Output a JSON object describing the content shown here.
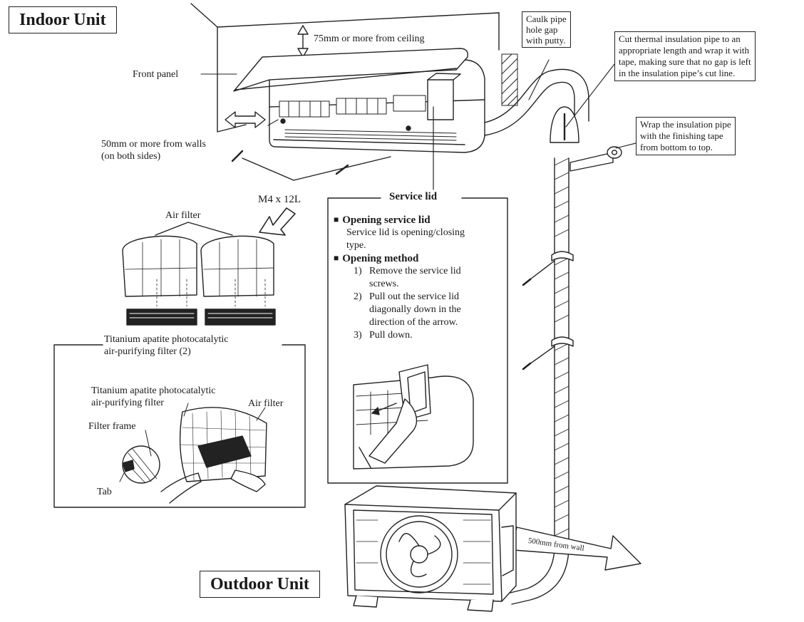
{
  "indoor": {
    "title": "Indoor Unit",
    "ceiling_clearance": "75mm or more from ceiling",
    "front_panel": "Front panel",
    "wall_clearance": [
      "50mm or more from walls",
      "(on both sides)"
    ],
    "screw_spec": "M4 x 12L",
    "caulk_note": [
      "Caulk pipe",
      "hole gap",
      "with putty."
    ],
    "cut_insulation_note": [
      "Cut thermal insulation pipe to an",
      "appropriate length and wrap it with",
      "tape, making sure that no gap is left",
      "in the insulation pipe’s cut line."
    ],
    "wrap_note": [
      "Wrap the insulation pipe",
      "with the finishing tape",
      "from bottom to top."
    ]
  },
  "filters": {
    "air_filter": "Air filter",
    "titanium_caption": [
      "Titanium apatite photocatalytic",
      "air-purifying filter (2)"
    ],
    "inset_titanium": [
      "Titanium apatite photocatalytic",
      "air-purifying filter"
    ],
    "inset_air_filter": "Air filter",
    "filter_frame": "Filter frame",
    "tab": "Tab"
  },
  "service_lid": {
    "title": "Service lid",
    "opening_heading": "Opening service lid",
    "opening_text": [
      "Service lid is opening/closing",
      "type."
    ],
    "method_heading": "Opening method",
    "steps": [
      {
        "n": "1)",
        "lines": [
          "Remove the service lid",
          "screws."
        ]
      },
      {
        "n": "2)",
        "lines": [
          "Pull out the service lid",
          "diagonally down in the",
          "direction of the arrow."
        ]
      },
      {
        "n": "3)",
        "lines": [
          "Pull down."
        ]
      }
    ]
  },
  "outdoor": {
    "title": "Outdoor Unit",
    "distance_label": "500mm from wall"
  }
}
